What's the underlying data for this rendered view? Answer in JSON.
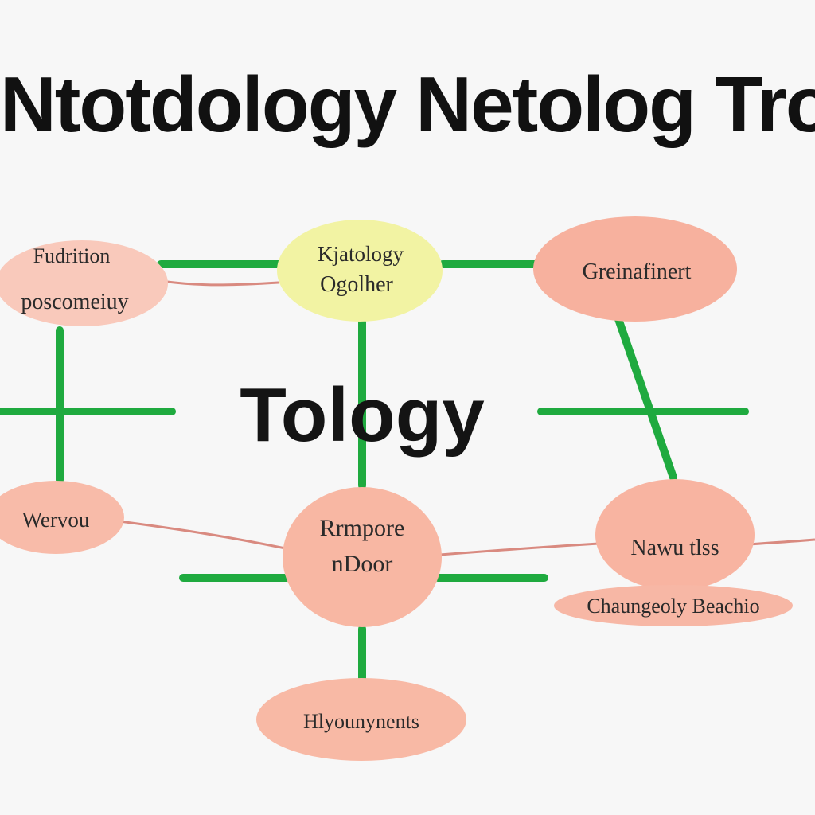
{
  "title": "Ntotdology Netolog Trot",
  "center_label": "Tology",
  "colors": {
    "edge": "#1faa3f",
    "link": "#d98a80",
    "node_fill": "#f7b4a1",
    "node_fill_light": "#f9c7b8",
    "highlight_fill": "#f3f3a2",
    "text": "#111111"
  },
  "nodes": [
    {
      "id": "top-left",
      "lines": [
        "Fudrition",
        "poscomeiuy"
      ],
      "fill": "#f9c9bb"
    },
    {
      "id": "top-center",
      "lines": [
        "Kjatology",
        "Ogolher"
      ],
      "fill": "#f2f3a3"
    },
    {
      "id": "top-right",
      "lines": [
        "Greinafinert"
      ],
      "fill": "#f7b19e"
    },
    {
      "id": "middle-left",
      "lines": [
        "Wervou"
      ],
      "fill": "#f8bba9"
    },
    {
      "id": "middle-center",
      "lines": [
        "Rrmpore",
        "nDoor"
      ],
      "fill": "#f8b7a3"
    },
    {
      "id": "middle-right",
      "lines": [
        "Nawu tlss"
      ],
      "fill": "#f8b4a1"
    },
    {
      "id": "bottom-right-label",
      "lines": [
        "Chaungeoly Beachio"
      ],
      "fill": "#f7b7a5"
    },
    {
      "id": "bottom-center",
      "lines": [
        "Hlyounynents"
      ],
      "fill": "#f8b9a5"
    }
  ]
}
